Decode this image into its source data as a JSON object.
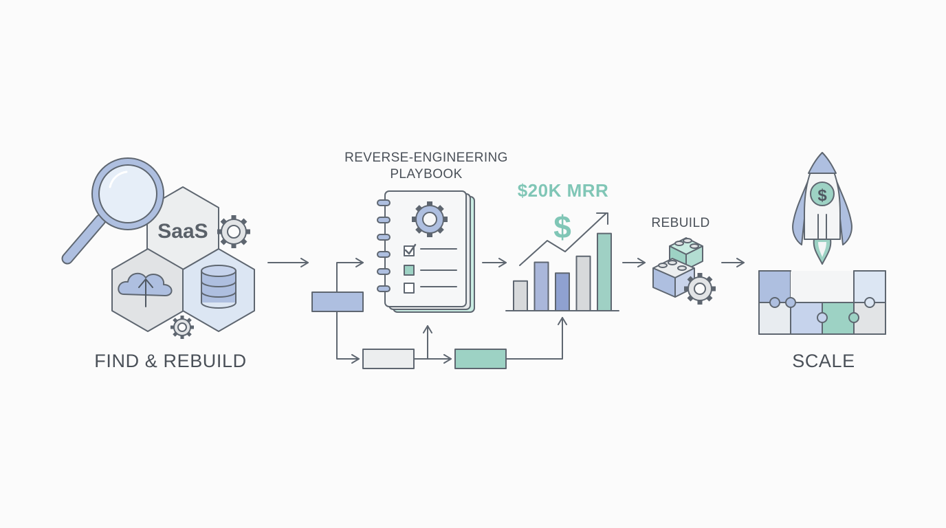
{
  "diagram": {
    "stages": {
      "find_rebuild": {
        "label": "FIND & REBUILD",
        "hex_text": "SaaS"
      },
      "playbook": {
        "title_line1": "REVERSE-ENGINEERING",
        "title_line2": "PLAYBOOK"
      },
      "growth": {
        "label": "$20K MRR",
        "symbol": "$"
      },
      "rebuild": {
        "label": "REBUILD"
      },
      "scale": {
        "label": "SCALE",
        "rocket_symbol": "$"
      }
    },
    "growth_chart": {
      "bar_levels": [
        0.3,
        0.49,
        0.38,
        0.55,
        0.78
      ],
      "bar_colors": [
        "#d7d9db",
        "#aab7da",
        "#8fa1d0",
        "#d7d9db",
        "#9fd0c4"
      ]
    },
    "colors": {
      "ink": "#5e6670",
      "blue_light": "#dce6f3",
      "blue": "#aebfe0",
      "blue_dark": "#8497c9",
      "teal": "#9dd2c4",
      "teal_text": "#80c6b6",
      "gray_fill": "#e2e4e6"
    },
    "icons": [
      "magnifier-icon",
      "cloud-upload-icon",
      "database-icon",
      "gear-icon",
      "notebook-icon",
      "checklist-icon",
      "dollar-icon",
      "trend-arrow-icon",
      "lego-bricks-icon",
      "rocket-icon",
      "puzzle-icon"
    ]
  }
}
